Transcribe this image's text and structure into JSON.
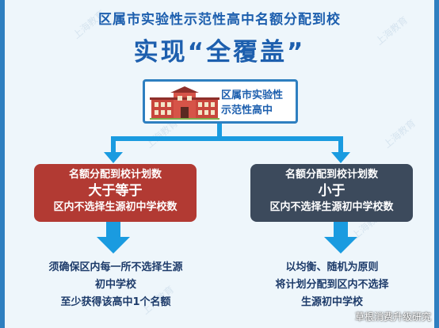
{
  "title": "区属市实验性示范性高中名额分配到校",
  "subtitle": "实现“全覆盖”",
  "school_label": [
    "区属市实验性",
    "示范性高中"
  ],
  "left_card": {
    "line1": "名额分配到校计划数",
    "line2": "大于等于",
    "line3": "区内不选择生源初中学校数"
  },
  "right_card": {
    "line1": "名额分配到校计划数",
    "line2": "小于",
    "line3": "区内不选择生源初中学校数"
  },
  "left_result": [
    "须确保区内每一所不选择生源",
    "初中学校",
    "至少获得该高中1个名额"
  ],
  "right_result": [
    "以均衡、随机为原则",
    "将计划分配到区内不选择",
    "生源初中学校"
  ],
  "watermark": "上海教育",
  "brand": "草根消费升级研究",
  "colors": {
    "title_blue": "#1d5fae",
    "connector_blue": "#1a9be0",
    "left_card": "#b23a33",
    "right_card": "#3c4a5c",
    "background": "#eef6fb"
  }
}
